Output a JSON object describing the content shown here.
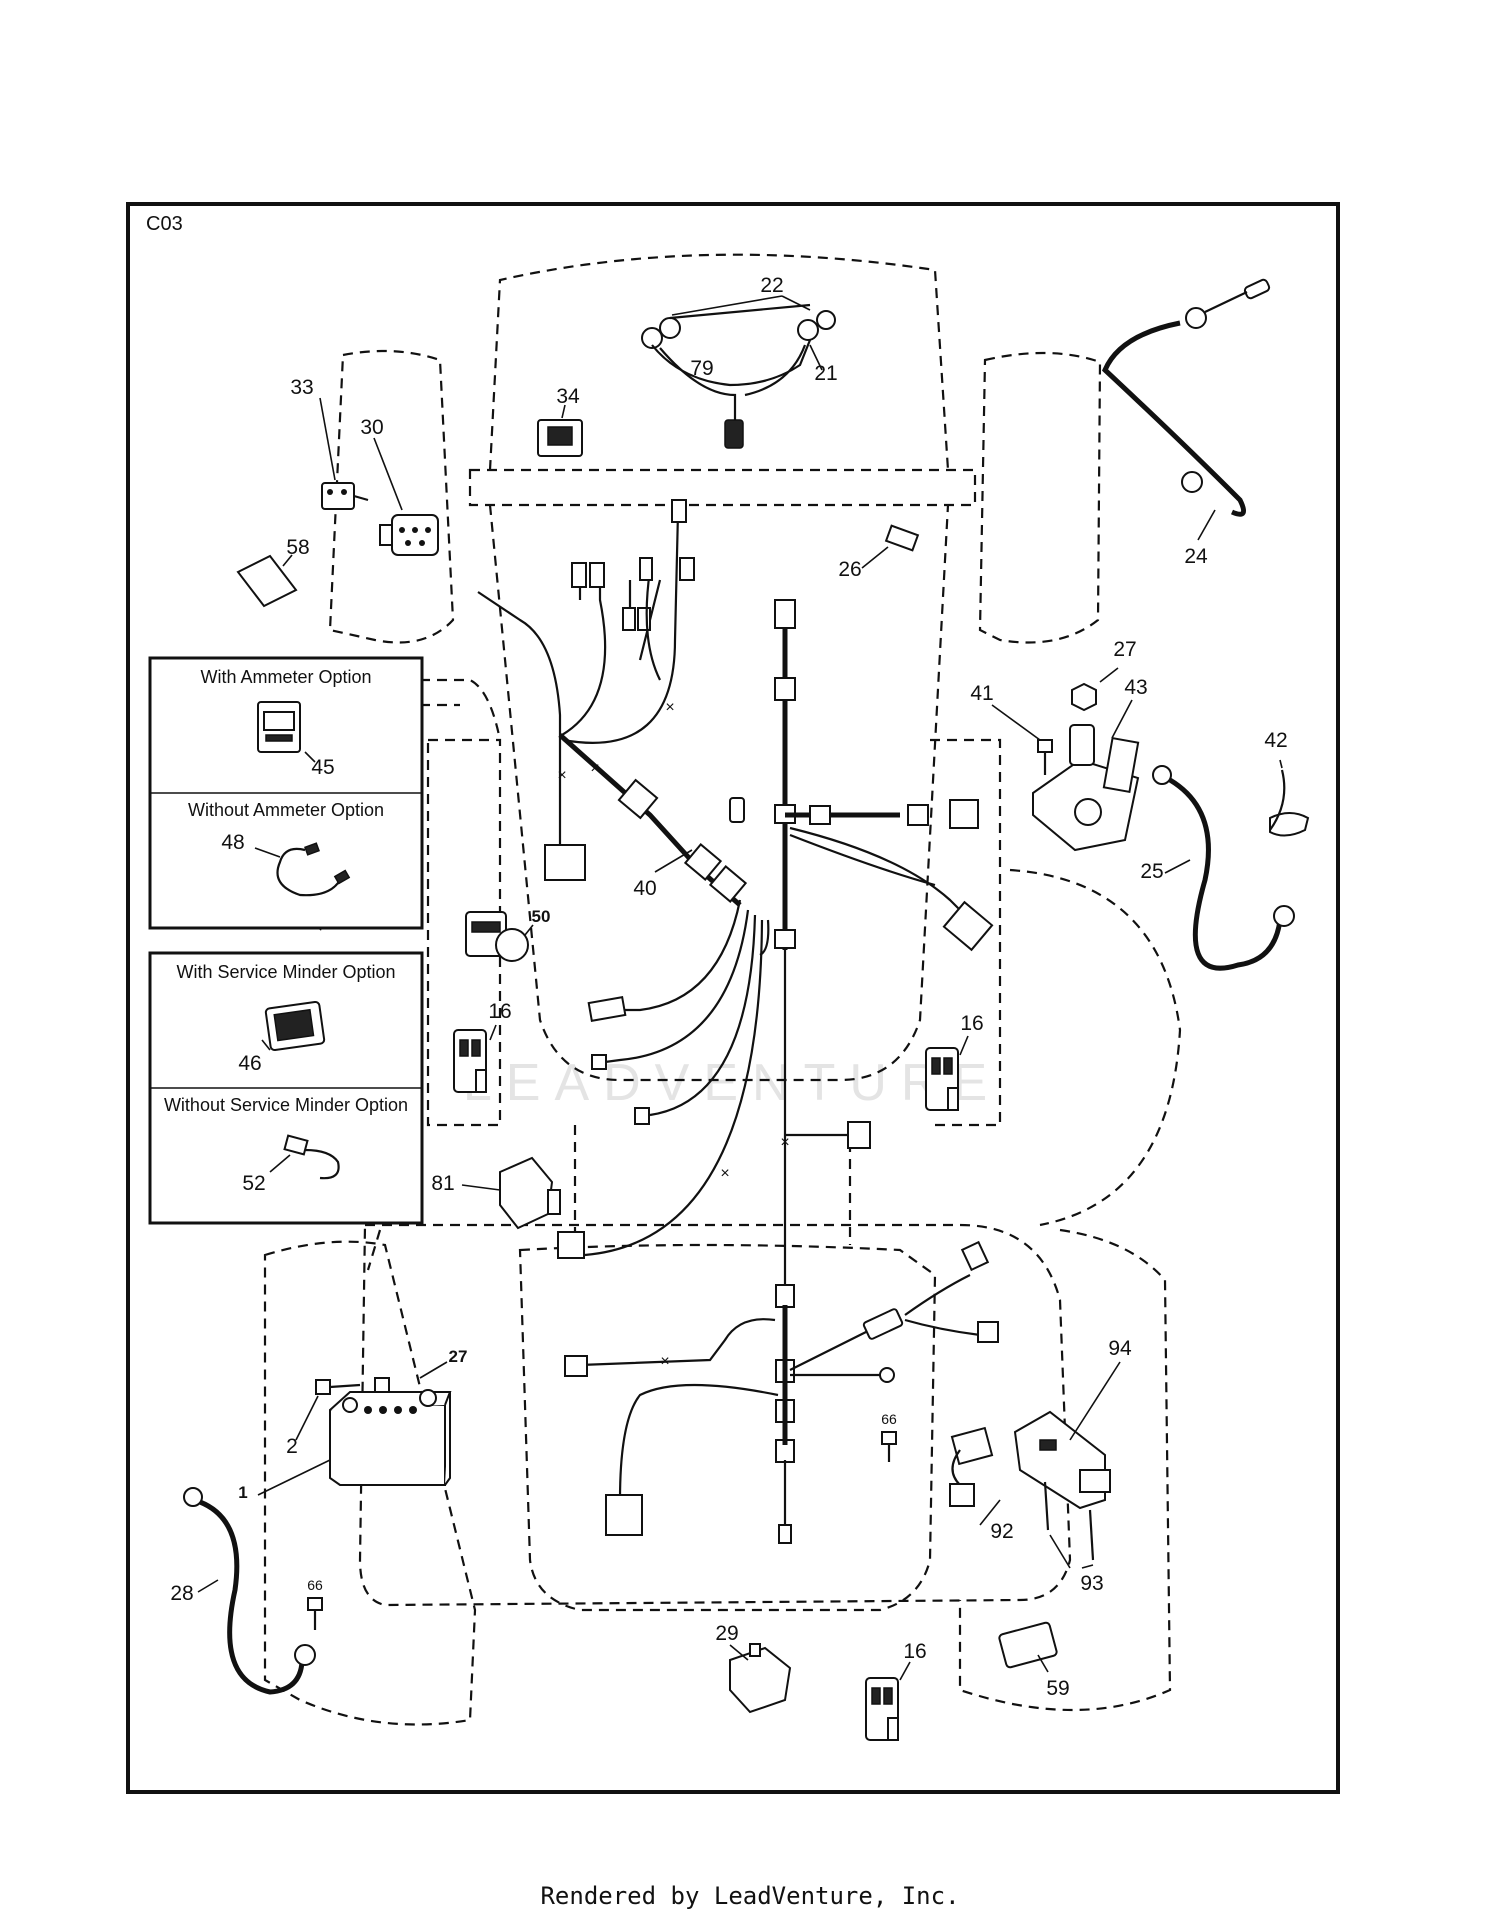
{
  "diagram_code": "C03",
  "footer": "Rendered by LeadVenture, Inc.",
  "watermark": "LEADVENTURE",
  "options": {
    "ammeter_with": "With Ammeter Option",
    "ammeter_without": "Without Ammeter Option",
    "minder_with": "With Service Minder Option",
    "minder_without": "Without Service Minder Option"
  },
  "callouts": [
    "22",
    "21",
    "79",
    "34",
    "33",
    "30",
    "58",
    "26",
    "24",
    "27",
    "41",
    "43",
    "42",
    "25",
    "45",
    "48",
    "40",
    "50",
    "16",
    "16",
    "16",
    "46",
    "52",
    "81",
    "27",
    "2",
    "1",
    "28",
    "66",
    "66",
    "94",
    "92",
    "93",
    "29",
    "59"
  ]
}
